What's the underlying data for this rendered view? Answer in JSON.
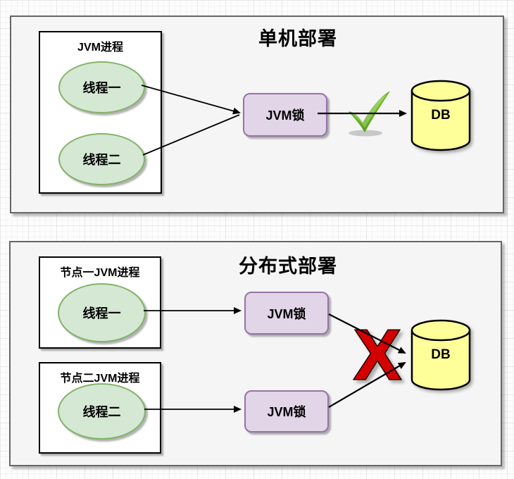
{
  "colors": {
    "grid-major": "#e7e7e7",
    "grid-minor": "#f4f4f4",
    "panel-fill": "#F5F5F5",
    "panel-border": "#666666",
    "box-fill": "#FFFFFF",
    "box-border": "#000000",
    "ellipse-fill": "#D5E8D4",
    "ellipse-border": "#82B366",
    "lock-fill": "#E1D5E7",
    "lock-border": "#9673A6",
    "db-fill": "#FFFF99",
    "db-border": "#000000",
    "check-green-light": "#AEDC52",
    "check-green-dark": "#4E9A10",
    "cross-red": "#D40000",
    "arrow": "#000000"
  },
  "top_panel": {
    "title": "单机部署",
    "process_label": "JVM进程",
    "thread1": "线程一",
    "thread2": "线程二",
    "lock": "JVM锁",
    "db": "DB",
    "status_icon": "check-mark"
  },
  "bottom_panel": {
    "title": "分布式部署",
    "node1_label": "节点一JVM进程",
    "node2_label": "节点二JVM进程",
    "thread1": "线程一",
    "thread2": "线程二",
    "lock1": "JVM锁",
    "lock2": "JVM锁",
    "db": "DB",
    "cross_glyph": "X"
  }
}
